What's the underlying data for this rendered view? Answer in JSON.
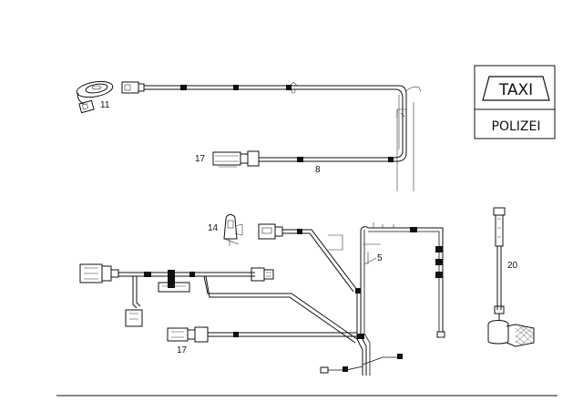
{
  "diagram": {
    "part_labels": {
      "p11": "11",
      "p8": "8",
      "p17_top": "17",
      "p14": "14",
      "p5": "5",
      "p17_bottom": "17",
      "p20": "20"
    },
    "sign": {
      "taxi_text": "TAXI",
      "polizei_text": "POLIZEI"
    }
  }
}
